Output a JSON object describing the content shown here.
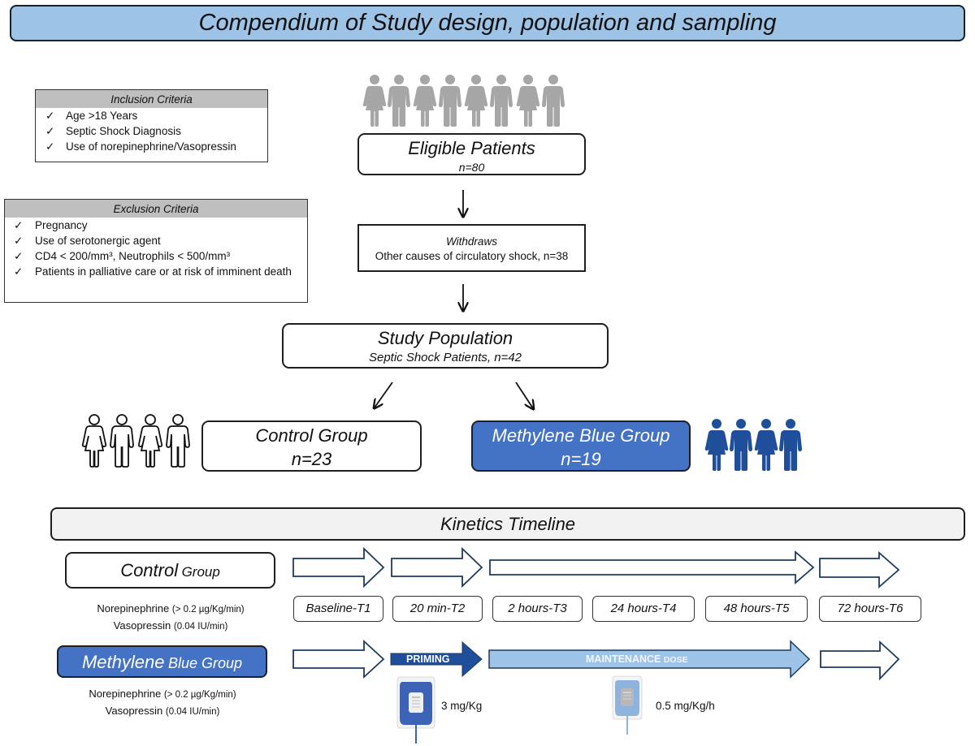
{
  "header": {
    "title": "Compendium of Study design, population and sampling"
  },
  "inclusion": {
    "title": "Inclusion Criteria",
    "check_glyph": "✓",
    "items": [
      "Age >18 Years",
      "Septic Shock Diagnosis",
      "Use of norepinephrine/Vasopressin"
    ]
  },
  "exclusion": {
    "title": "Exclusion Criteria",
    "check_glyph": "✓",
    "items": [
      "Pregnancy",
      "Use of serotonergic agent",
      "CD4 < 200/mm³, Neutrophils < 500/mm³",
      "Patients in palliative care or at risk of imminent death"
    ]
  },
  "flow": {
    "eligible": {
      "title": "Eligible Patients",
      "n": "n=80",
      "icon": "people-group-gray-icon",
      "icon_count": 8
    },
    "withdraws": {
      "title": "Withdraws",
      "detail": "Other causes of circulatory shock, n=38"
    },
    "study": {
      "title": "Study Population",
      "detail": "Septic Shock Patients, n=42"
    },
    "control": {
      "title": "Control Group",
      "n": "n=23",
      "icon": "people-group-outline-icon",
      "icon_count": 4
    },
    "methylene": {
      "title": "Methylene Blue Group",
      "n": "n=19",
      "icon": "people-group-blue-icon",
      "icon_count": 4
    }
  },
  "kinetics": {
    "title": "Kinetics Timeline",
    "control_group": {
      "label_main": "Control",
      "label_sub": "Group",
      "drugs": [
        {
          "name": "Norepinephrine",
          "dose": "(> 0.2 µg/Kg/min)"
        },
        {
          "name": "Vasopressin",
          "dose": "(0.04 IU/min)"
        }
      ]
    },
    "methylene_group": {
      "label_main": "Methylene",
      "label_sub": "Blue Group",
      "drugs": [
        {
          "name": "Norepinephrine",
          "dose": "(> 0.2 µg/Kg/min)"
        },
        {
          "name": "Vasopressin",
          "dose": "(0.04 IU/min)"
        }
      ]
    },
    "timepoints": [
      "Baseline-T1",
      "20 min-T2",
      "2 hours-T3",
      "24 hours-T4",
      "48 hours-T5",
      "72 hours-T6"
    ],
    "priming": {
      "label": "PRIMING",
      "dose": "3 mg/Kg"
    },
    "maintenance": {
      "label_main": "MAINTENANCE",
      "label_sub": "DOSE",
      "dose": "0.5 mg/Kg/h"
    }
  },
  "colors": {
    "header_bg": "#9dc3e6",
    "group_blue": "#4472c4",
    "priming_blue": "#1f4e9a",
    "maintenance_blue": "#9dc3e6",
    "people_gray": "#a6a6a6",
    "people_blue": "#1f4e9a",
    "criteria_header_gray": "#bfbfbf"
  }
}
